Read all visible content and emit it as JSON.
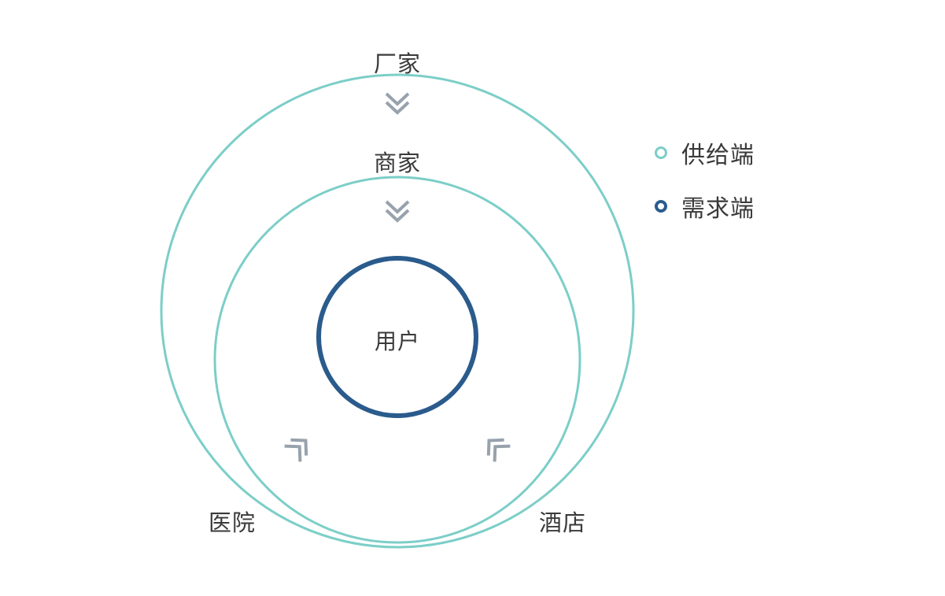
{
  "diagram": {
    "labels": {
      "top": "厂家",
      "middle": "商家",
      "center": "用户",
      "bottom_left": "医院",
      "bottom_right": "酒店"
    },
    "legend": [
      {
        "label": "供给端",
        "color": "#7CCEC8"
      },
      {
        "label": "需求端",
        "color": "#2A5B8C"
      }
    ],
    "colors": {
      "supply": "#7CCEC8",
      "demand": "#2A5B8C",
      "arrow": "#97A2AD",
      "text": "#3A3A3A"
    }
  }
}
